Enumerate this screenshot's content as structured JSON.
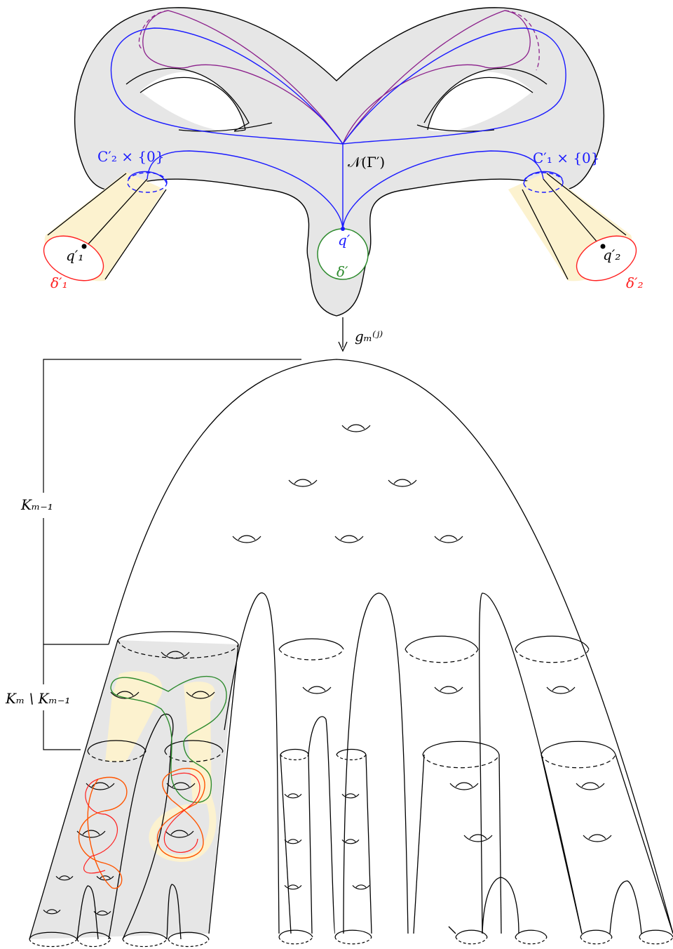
{
  "labels": {
    "c2": "C′₂ × {0}",
    "c1": "C′₁ × {0}",
    "neighborhood": "𝒩(Γ′)",
    "q": "q′",
    "q1": "q′₁",
    "q2": "q′₂",
    "delta": "δ′",
    "delta1": "δ′₁",
    "delta2": "δ′₂",
    "map": "gₘ⁽ʲ⁾",
    "k_prev": "Kₘ₋₁",
    "k_diff": "Kₘ \\ Kₘ₋₁"
  },
  "colors": {
    "surface": "#e6e6e6",
    "collar": "#fcf2cf",
    "blue": "#1a1aff",
    "purple": "#8b1f8b",
    "green": "#2e8b2e",
    "red": "#ff2020",
    "orange": "#ff5500",
    "highlight": "#fcf2cf"
  }
}
